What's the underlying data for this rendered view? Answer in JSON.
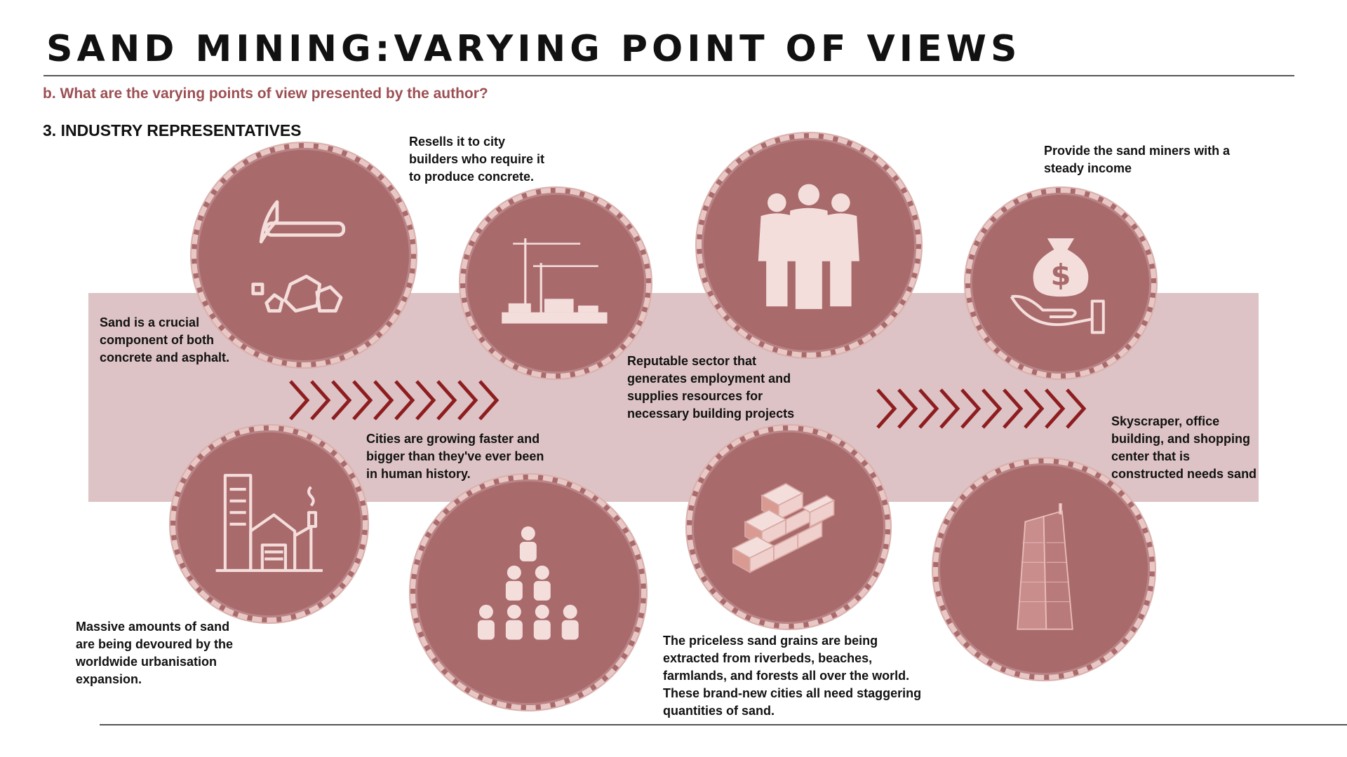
{
  "header": {
    "title": "SAND MINING:VARYING POINT OF VIEWS",
    "question": "b. What are the varying points of view presented by the author?",
    "section": "3. INDUSTRY REPRESENTATIVES"
  },
  "colors": {
    "circle_fill": "#a96a6c",
    "circle_border": "#e9c7c4",
    "band": "#ddc3c5",
    "chevron": "#8e1d20",
    "question_text": "#9c4f53"
  },
  "icons": [
    "pickaxe-rocks-icon",
    "construction-crane-icon",
    "business-people-icon",
    "money-bag-hand-icon",
    "city-buildings-icon",
    "people-pyramid-icon",
    "brick-wall-icon",
    "skyscraper-icon"
  ],
  "notes": {
    "crucial_component": [
      "Sand is a crucial",
      "component of both",
      "concrete and asphalt."
    ],
    "resells": [
      "Resells it to city",
      "builders who require it",
      "to produce concrete."
    ],
    "reputable_sector": [
      "Reputable sector that",
      "generates employment and",
      "supplies resources for",
      "necessary building projects"
    ],
    "steady_income": [
      "Provide the sand miners with a",
      "steady income"
    ],
    "massive_amounts": [
      "Massive amounts of sand",
      "are being devoured by the",
      "worldwide urbanisation",
      "expansion."
    ],
    "cities_growing": [
      "Cities are growing faster and",
      "bigger than they've ever been",
      "in human history."
    ],
    "priceless_grains": [
      "The priceless sand grains are being",
      "extracted from riverbeds, beaches,",
      "farmlands, and forests all over the world.",
      "These brand-new cities all need staggering",
      "quantities of sand."
    ],
    "skyscraper": [
      "Skyscraper, office",
      "building, and shopping",
      "center that is",
      "constructed needs sand"
    ]
  }
}
